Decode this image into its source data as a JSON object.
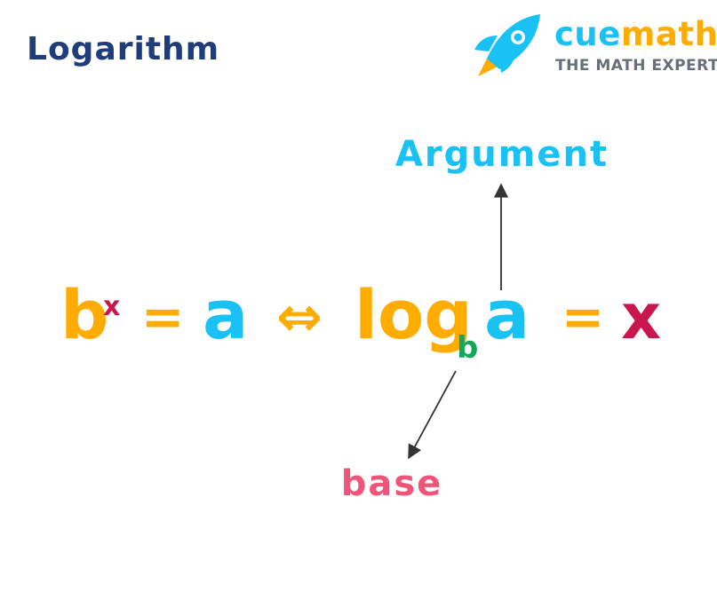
{
  "title": "Logarithm",
  "brand": {
    "word_part1": "cue",
    "word_part2": "math",
    "tagline": "THE MATH EXPERT",
    "rocket_icon": "rocket-icon"
  },
  "equation": {
    "lhs_base": "b",
    "lhs_exponent": "x",
    "lhs_equals": "=",
    "lhs_result": "a",
    "equivalence": "⇔",
    "log_word": "log",
    "log_base": "b",
    "log_argument": "a",
    "rhs_equals": "=",
    "rhs_result": "x"
  },
  "labels": {
    "argument": "Argument",
    "base": "base"
  },
  "colors": {
    "title": "#1f3d7a",
    "orange": "#ffac00",
    "cyan": "#19c1f4",
    "crimson": "#c8174d",
    "green": "#13a75b",
    "pink": "#ef5479",
    "arrow": "#333333",
    "tagline": "#666f7a"
  }
}
